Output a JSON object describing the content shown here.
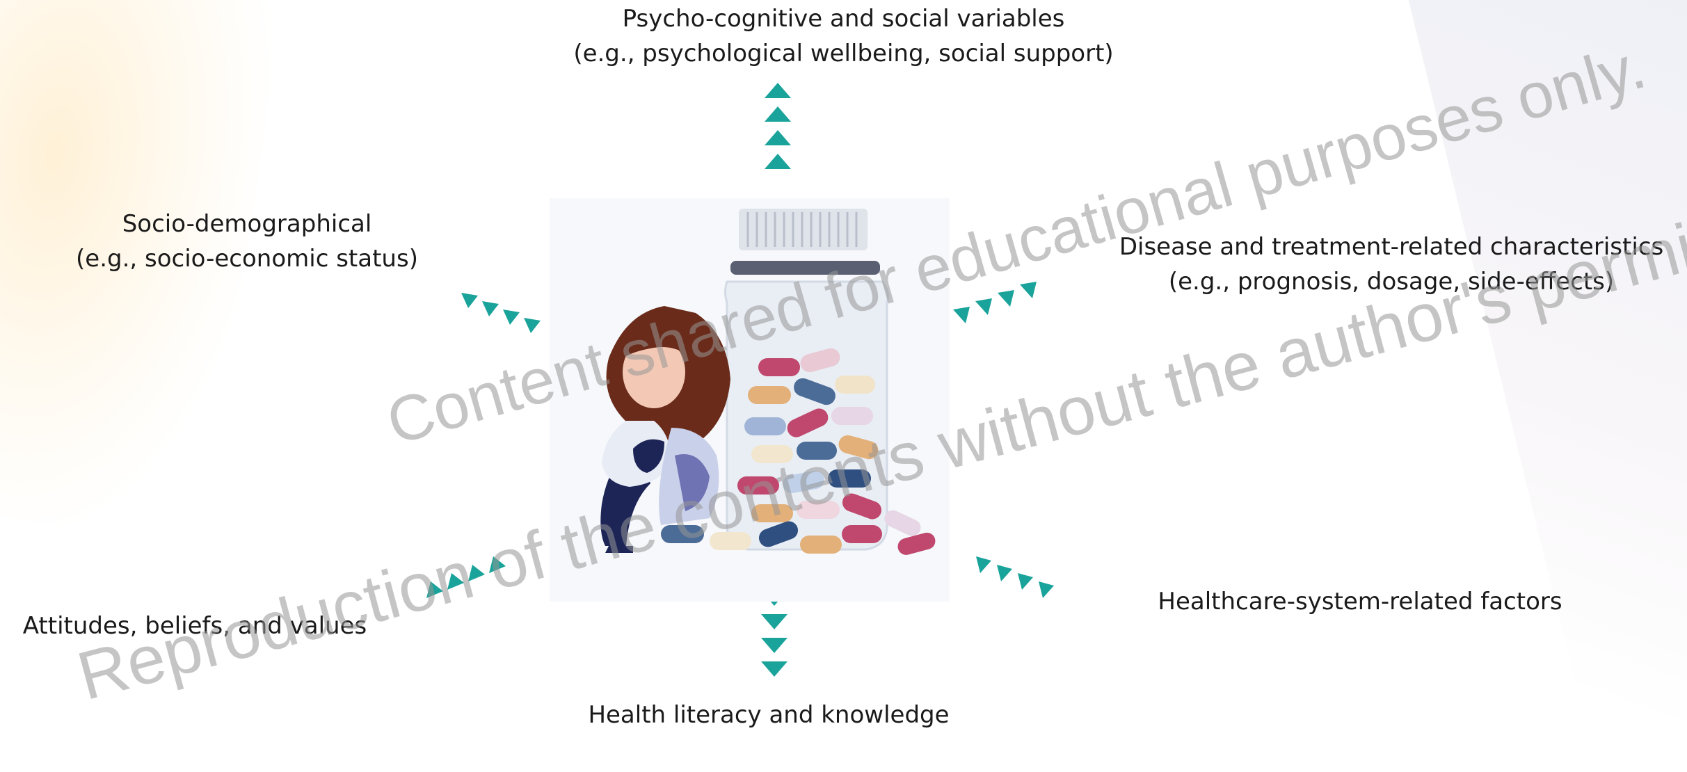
{
  "nodes": {
    "top": {
      "title": "Psycho-cognitive and social variables",
      "example": "(e.g., psychological wellbeing, social support)"
    },
    "top_left": {
      "title": "Socio-demographical",
      "example": "(e.g., socio-economic status)"
    },
    "top_right": {
      "title": "Disease and treatment-related characteristics",
      "example": "(e.g., prognosis, dosage, side-effects)"
    },
    "bottom_left": {
      "title": "Attitudes, beliefs, and values"
    },
    "bottom_right": {
      "title": "Healthcare-system-related factors"
    },
    "bottom": {
      "title": "Health literacy and knowledge"
    }
  },
  "watermark": {
    "line1": "Content shared for educational purposes only.",
    "line2": "Reproduction of the contents without the author's permission is prohibited."
  },
  "colors": {
    "arrow": "#1aa39a",
    "watermark": "#9a9a9a",
    "text": "#1a1a1a"
  },
  "icons": {
    "center": "woman-sitting-by-pill-bottle-illustration",
    "arrows": "teal-triangle-chevron-arrows"
  }
}
